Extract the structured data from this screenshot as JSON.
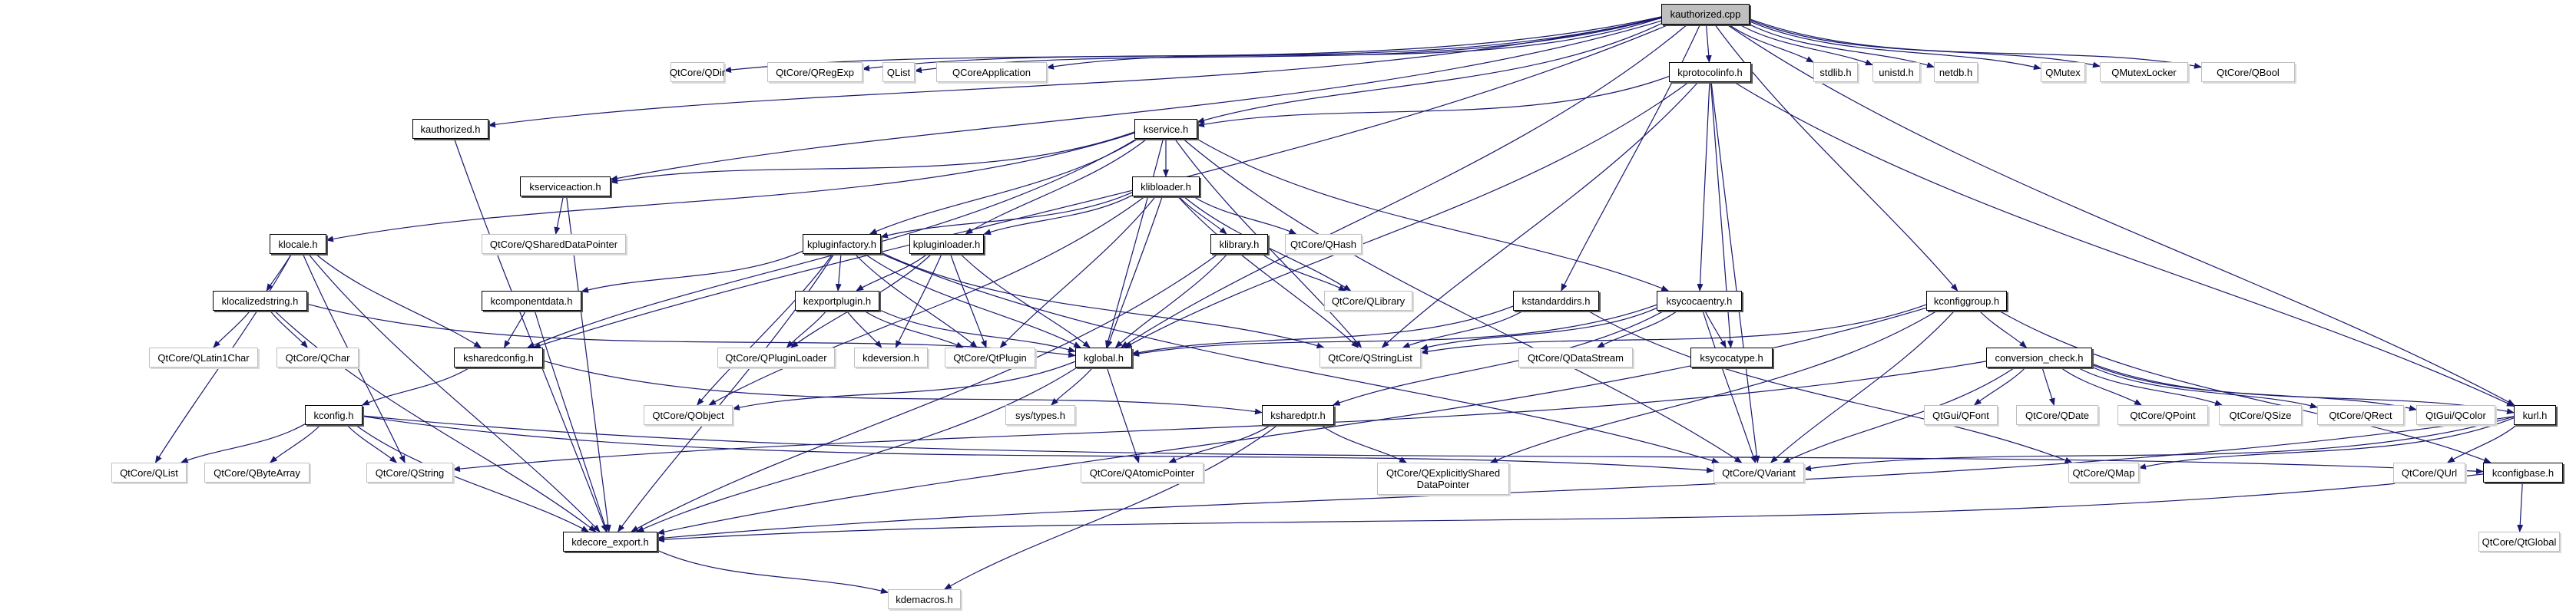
{
  "title": "kauthorized.cpp include dependency graph",
  "colors": {
    "edge": "#191970",
    "root_fill": "#bfbfbf",
    "local_border": "#000000",
    "external_border": "#bfbfbf"
  },
  "nodes": [
    {
      "id": "kauthorized_cpp",
      "label": "kauthorized.cpp",
      "kind": "root"
    },
    {
      "id": "qdir",
      "label": "QtCore/QDir",
      "kind": "external"
    },
    {
      "id": "qregexp",
      "label": "QtCore/QRegExp",
      "kind": "external"
    },
    {
      "id": "qlist_top",
      "label": "QList",
      "kind": "external"
    },
    {
      "id": "qcoreapplication",
      "label": "QCoreApplication",
      "kind": "external"
    },
    {
      "id": "kprotocolinfo",
      "label": "kprotocolinfo.h",
      "kind": "local"
    },
    {
      "id": "stdlib",
      "label": "stdlib.h",
      "kind": "external"
    },
    {
      "id": "unistd",
      "label": "unistd.h",
      "kind": "external"
    },
    {
      "id": "netdb",
      "label": "netdb.h",
      "kind": "external"
    },
    {
      "id": "qmutex",
      "label": "QMutex",
      "kind": "external"
    },
    {
      "id": "qmutexlocker",
      "label": "QMutexLocker",
      "kind": "external"
    },
    {
      "id": "qbool",
      "label": "QtCore/QBool",
      "kind": "external"
    },
    {
      "id": "kauthorized_h",
      "label": "kauthorized.h",
      "kind": "local"
    },
    {
      "id": "kservice",
      "label": "kservice.h",
      "kind": "local"
    },
    {
      "id": "kserviceaction",
      "label": "kserviceaction.h",
      "kind": "local"
    },
    {
      "id": "klibloader",
      "label": "klibloader.h",
      "kind": "local"
    },
    {
      "id": "klocale",
      "label": "klocale.h",
      "kind": "local"
    },
    {
      "id": "qshareddatapointer",
      "label": "QtCore/QSharedDataPointer",
      "kind": "external"
    },
    {
      "id": "kpluginfactory",
      "label": "kpluginfactory.h",
      "kind": "local"
    },
    {
      "id": "kpluginloader",
      "label": "kpluginloader.h",
      "kind": "local"
    },
    {
      "id": "klibrary",
      "label": "klibrary.h",
      "kind": "local"
    },
    {
      "id": "qhash",
      "label": "QtCore/QHash",
      "kind": "external"
    },
    {
      "id": "klocalizedstring",
      "label": "klocalizedstring.h",
      "kind": "local"
    },
    {
      "id": "kcomponentdata",
      "label": "kcomponentdata.h",
      "kind": "local"
    },
    {
      "id": "kexportplugin",
      "label": "kexportplugin.h",
      "kind": "local"
    },
    {
      "id": "qlibrary",
      "label": "QtCore/QLibrary",
      "kind": "external"
    },
    {
      "id": "kstandarddirs",
      "label": "kstandarddirs.h",
      "kind": "local"
    },
    {
      "id": "ksycocaentry",
      "label": "ksycocaentry.h",
      "kind": "local"
    },
    {
      "id": "kconfiggroup",
      "label": "kconfiggroup.h",
      "kind": "local"
    },
    {
      "id": "qlatin1char",
      "label": "QtCore/QLatin1Char",
      "kind": "external"
    },
    {
      "id": "qchar",
      "label": "QtCore/QChar",
      "kind": "external"
    },
    {
      "id": "ksharedconfig",
      "label": "ksharedconfig.h",
      "kind": "local"
    },
    {
      "id": "qpluginloader",
      "label": "QtCore/QPluginLoader",
      "kind": "external"
    },
    {
      "id": "kdeversion",
      "label": "kdeversion.h",
      "kind": "external"
    },
    {
      "id": "qtplugin",
      "label": "QtCore/QtPlugin",
      "kind": "external"
    },
    {
      "id": "kglobal",
      "label": "kglobal.h",
      "kind": "local"
    },
    {
      "id": "qstringlist",
      "label": "QtCore/QStringList",
      "kind": "external"
    },
    {
      "id": "qdatastream",
      "label": "QtCore/QDataStream",
      "kind": "external"
    },
    {
      "id": "ksycocatype",
      "label": "ksycocatype.h",
      "kind": "local"
    },
    {
      "id": "conversion_check",
      "label": "conversion_check.h",
      "kind": "local"
    },
    {
      "id": "kconfig",
      "label": "kconfig.h",
      "kind": "local"
    },
    {
      "id": "qobject",
      "label": "QtCore/QObject",
      "kind": "external"
    },
    {
      "id": "systypes",
      "label": "sys/types.h",
      "kind": "external"
    },
    {
      "id": "ksharedptr",
      "label": "ksharedptr.h",
      "kind": "local"
    },
    {
      "id": "qfont",
      "label": "QtGui/QFont",
      "kind": "external"
    },
    {
      "id": "qdate",
      "label": "QtCore/QDate",
      "kind": "external"
    },
    {
      "id": "qpoint",
      "label": "QtCore/QPoint",
      "kind": "external"
    },
    {
      "id": "qsize",
      "label": "QtCore/QSize",
      "kind": "external"
    },
    {
      "id": "qrect",
      "label": "QtCore/QRect",
      "kind": "external"
    },
    {
      "id": "qcolor",
      "label": "QtGui/QColor",
      "kind": "external"
    },
    {
      "id": "kurl",
      "label": "kurl.h",
      "kind": "local"
    },
    {
      "id": "qlist",
      "label": "QtCore/QList",
      "kind": "external"
    },
    {
      "id": "qbytearray",
      "label": "QtCore/QByteArray",
      "kind": "external"
    },
    {
      "id": "qstring",
      "label": "QtCore/QString",
      "kind": "external"
    },
    {
      "id": "qatomicpointer",
      "label": "QtCore/QAtomicPointer",
      "kind": "external"
    },
    {
      "id": "qexplicitlyshareddatapointer",
      "label": "QtCore/QExplicitlyShared\nDataPointer",
      "kind": "external"
    },
    {
      "id": "qvariant",
      "label": "QtCore/QVariant",
      "kind": "external"
    },
    {
      "id": "qmap",
      "label": "QtCore/QMap",
      "kind": "external"
    },
    {
      "id": "qurl",
      "label": "QtCore/QUrl",
      "kind": "external"
    },
    {
      "id": "kconfigbase",
      "label": "kconfigbase.h",
      "kind": "local"
    },
    {
      "id": "kdecore_export",
      "label": "kdecore_export.h",
      "kind": "local"
    },
    {
      "id": "qtglobal",
      "label": "QtCore/QtGlobal",
      "kind": "external"
    },
    {
      "id": "kdemacros",
      "label": "kdemacros.h",
      "kind": "external"
    }
  ],
  "edges": [
    [
      "kauthorized_cpp",
      "qdir"
    ],
    [
      "kauthorized_cpp",
      "qregexp"
    ],
    [
      "kauthorized_cpp",
      "qlist_top"
    ],
    [
      "kauthorized_cpp",
      "qcoreapplication"
    ],
    [
      "kauthorized_cpp",
      "kprotocolinfo"
    ],
    [
      "kauthorized_cpp",
      "stdlib"
    ],
    [
      "kauthorized_cpp",
      "unistd"
    ],
    [
      "kauthorized_cpp",
      "netdb"
    ],
    [
      "kauthorized_cpp",
      "qmutex"
    ],
    [
      "kauthorized_cpp",
      "qmutexlocker"
    ],
    [
      "kauthorized_cpp",
      "qbool"
    ],
    [
      "kauthorized_cpp",
      "kauthorized_h"
    ],
    [
      "kauthorized_cpp",
      "kservice"
    ],
    [
      "kauthorized_cpp",
      "kserviceaction"
    ],
    [
      "kauthorized_cpp",
      "kglobal"
    ],
    [
      "kauthorized_cpp",
      "ksharedconfig"
    ],
    [
      "kauthorized_cpp",
      "kstandarddirs"
    ],
    [
      "kauthorized_cpp",
      "kconfiggroup"
    ],
    [
      "kauthorized_cpp",
      "kurl"
    ],
    [
      "kauthorized_h",
      "kdecore_export"
    ],
    [
      "kprotocolinfo",
      "kservice"
    ],
    [
      "kprotocolinfo",
      "kglobal"
    ],
    [
      "kprotocolinfo",
      "ksycocaentry"
    ],
    [
      "kprotocolinfo",
      "ksycocatype"
    ],
    [
      "kprotocolinfo",
      "qstringlist"
    ],
    [
      "kprotocolinfo",
      "qvariant"
    ],
    [
      "kprotocolinfo",
      "kurl"
    ],
    [
      "kservice",
      "klibloader"
    ],
    [
      "kservice",
      "klocale"
    ],
    [
      "kservice",
      "kserviceaction"
    ],
    [
      "kservice",
      "kpluginfactory"
    ],
    [
      "kservice",
      "kpluginloader"
    ],
    [
      "kservice",
      "ksycocaentry"
    ],
    [
      "kservice",
      "qstringlist"
    ],
    [
      "kservice",
      "qvariant"
    ],
    [
      "kservice",
      "kglobal"
    ],
    [
      "kservice",
      "ksharedconfig"
    ],
    [
      "kserviceaction",
      "qshareddatapointer"
    ],
    [
      "kserviceaction",
      "kdecore_export"
    ],
    [
      "klibloader",
      "kpluginfactory"
    ],
    [
      "klibloader",
      "kpluginloader"
    ],
    [
      "klibloader",
      "klibrary"
    ],
    [
      "klibloader",
      "qhash"
    ],
    [
      "klibloader",
      "qlibrary"
    ],
    [
      "klibloader",
      "kglobal"
    ],
    [
      "klibloader",
      "qstringlist"
    ],
    [
      "klibloader",
      "qobject"
    ],
    [
      "klibloader",
      "qtplugin"
    ],
    [
      "klocale",
      "klocalizedstring"
    ],
    [
      "klocale",
      "ksharedconfig"
    ],
    [
      "klocale",
      "qstring"
    ],
    [
      "klocale",
      "qlist"
    ],
    [
      "klocale",
      "kdecore_export"
    ],
    [
      "klocalizedstring",
      "qlatin1char"
    ],
    [
      "klocalizedstring",
      "qchar"
    ],
    [
      "klocalizedstring",
      "kglobal"
    ],
    [
      "klocalizedstring",
      "kdecore_export"
    ],
    [
      "kpluginfactory",
      "kcomponentdata"
    ],
    [
      "kpluginfactory",
      "kexportplugin"
    ],
    [
      "kpluginfactory",
      "kglobal"
    ],
    [
      "kpluginfactory",
      "qobject"
    ],
    [
      "kpluginfactory",
      "qstringlist"
    ],
    [
      "kpluginfactory",
      "qvariant"
    ],
    [
      "kpluginfactory",
      "kdecore_export"
    ],
    [
      "kpluginfactory",
      "qtplugin"
    ],
    [
      "kpluginloader",
      "kexportplugin"
    ],
    [
      "kpluginloader",
      "qpluginloader"
    ],
    [
      "kpluginloader",
      "qtplugin"
    ],
    [
      "kpluginloader",
      "kglobal"
    ],
    [
      "kpluginloader",
      "kdeversion"
    ],
    [
      "klibrary",
      "qlibrary"
    ],
    [
      "klibrary",
      "kglobal"
    ],
    [
      "klibrary",
      "kdecore_export"
    ],
    [
      "kcomponentdata",
      "ksharedconfig"
    ],
    [
      "kcomponentdata",
      "kdecore_export"
    ],
    [
      "kexportplugin",
      "qpluginloader"
    ],
    [
      "kexportplugin",
      "qtplugin"
    ],
    [
      "kexportplugin",
      "kdeversion"
    ],
    [
      "kexportplugin",
      "kglobal"
    ],
    [
      "kstandarddirs",
      "qstringlist"
    ],
    [
      "kstandarddirs",
      "kglobal"
    ],
    [
      "kstandarddirs",
      "qmap"
    ],
    [
      "ksycocaentry",
      "ksycocatype"
    ],
    [
      "ksycocaentry",
      "qdatastream"
    ],
    [
      "ksycocaentry",
      "qstringlist"
    ],
    [
      "ksycocaentry",
      "qvariant"
    ],
    [
      "ksycocaentry",
      "kglobal"
    ],
    [
      "ksycocaentry",
      "ksharedptr"
    ],
    [
      "kconfiggroup",
      "conversion_check"
    ],
    [
      "kconfiggroup",
      "kconfigbase"
    ],
    [
      "kconfiggroup",
      "qstringlist"
    ],
    [
      "kconfiggroup",
      "qvariant"
    ],
    [
      "kconfiggroup",
      "qexplicitlyshareddatapointer"
    ],
    [
      "kconfiggroup",
      "kdecore_export"
    ],
    [
      "ksharedconfig",
      "kconfig"
    ],
    [
      "ksharedconfig",
      "ksharedptr"
    ],
    [
      "kglobal",
      "qobject"
    ],
    [
      "kglobal",
      "systypes"
    ],
    [
      "kglobal",
      "qatomicpointer"
    ],
    [
      "kglobal",
      "kdecore_export"
    ],
    [
      "conversion_check",
      "qfont"
    ],
    [
      "conversion_check",
      "qdate"
    ],
    [
      "conversion_check",
      "qpoint"
    ],
    [
      "conversion_check",
      "qsize"
    ],
    [
      "conversion_check",
      "qrect"
    ],
    [
      "conversion_check",
      "qcolor"
    ],
    [
      "conversion_check",
      "kurl"
    ],
    [
      "conversion_check",
      "qvariant"
    ],
    [
      "conversion_check",
      "qstring"
    ],
    [
      "kconfig",
      "qlist"
    ],
    [
      "kconfig",
      "qbytearray"
    ],
    [
      "kconfig",
      "qstring"
    ],
    [
      "kconfig",
      "qvariant"
    ],
    [
      "kconfig",
      "kconfigbase"
    ],
    [
      "kconfig",
      "kdecore_export"
    ],
    [
      "ksharedptr",
      "qatomicpointer"
    ],
    [
      "ksharedptr",
      "qexplicitlyshareddatapointer"
    ],
    [
      "ksharedptr",
      "kdemacros"
    ],
    [
      "kurl",
      "qvariant"
    ],
    [
      "kurl",
      "qmap"
    ],
    [
      "kurl",
      "qurl"
    ],
    [
      "kurl",
      "kdecore_export"
    ],
    [
      "kconfigbase",
      "qtglobal"
    ],
    [
      "kconfigbase",
      "kdecore_export"
    ],
    [
      "kdecore_export",
      "kdemacros"
    ]
  ]
}
